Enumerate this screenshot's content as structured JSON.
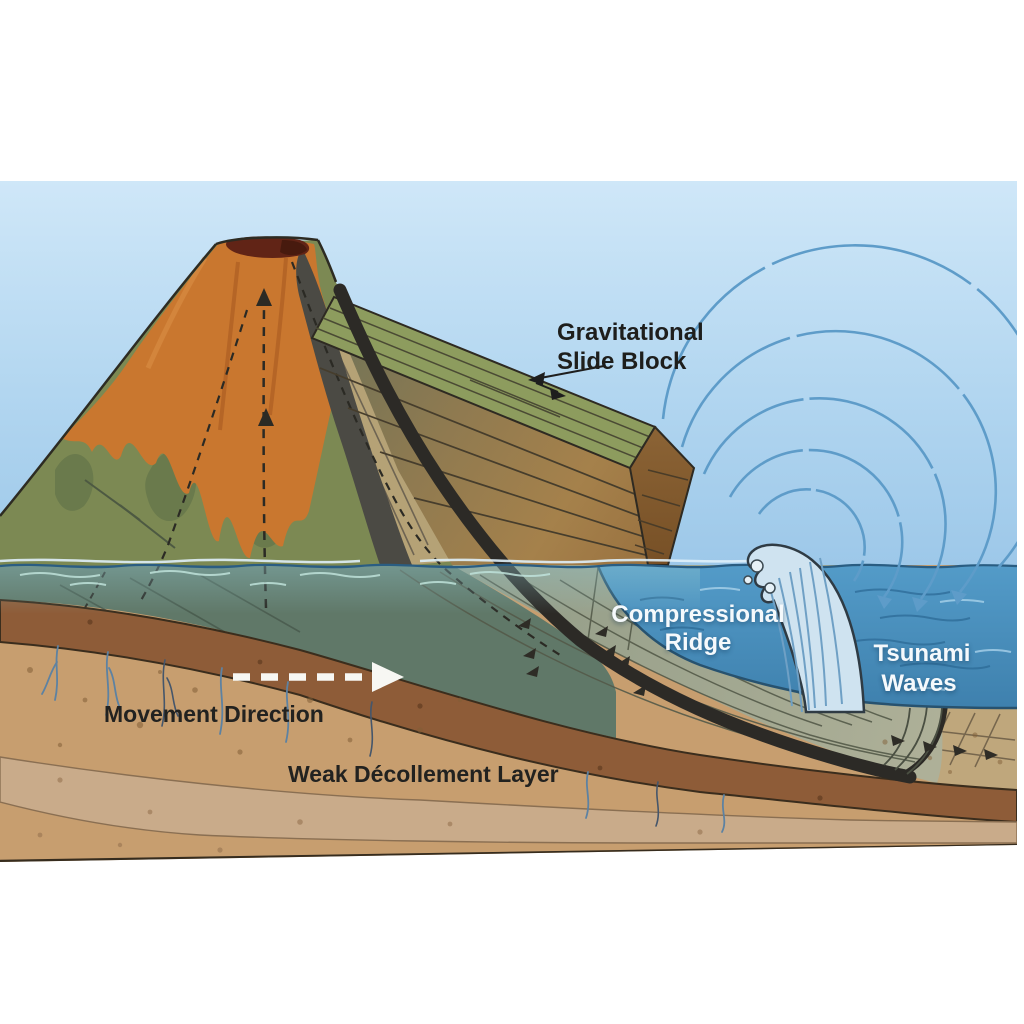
{
  "figure": {
    "kind": "geology-tsunami-illustration",
    "background": "#ffffff"
  },
  "palette": {
    "sky_top": "#cfe7f8",
    "sky_bottom": "#9dc8e9",
    "sea_deep_top": "#539bc8",
    "sea_deep_bottom": "#3e80ad",
    "sea_edge_line": "#27526f",
    "volcano_slope_green": "#7c8953",
    "volcano_submerged_green": "#607868",
    "lava_orange": "#c9772f",
    "lava_channel_gray": "#4b4a44",
    "crater_dark": "#612416",
    "block_top_green": "#8d9c5e",
    "block_side_brown": "#a5814f",
    "fault_black": "#2c2a26",
    "slide_wedge_gray": "#97a08c",
    "substrate_tan": "#c79e6f",
    "layer_brown": "#8e5c38",
    "weak_layer_tan": "#c9ab8a",
    "seafloor_tan": "#bfa77c",
    "wave_foam": "#cfe3f0",
    "wave_arc_blue": "#5e9cc9",
    "label_dark": "#222220",
    "label_light": "#f5f9fc"
  },
  "labels": {
    "gravitational_slide_block": {
      "line1": "Gravitational",
      "line2": "Slide Block"
    },
    "compressional_ridge": {
      "line1": "Compressional",
      "line2": "Ridge"
    },
    "tsunami_waves": {
      "line1": "Tsunami",
      "line2": "Waves"
    },
    "movement_direction": {
      "text": "Movement Direction"
    },
    "weak_decollement_layer": {
      "text": "Weak Décollement Layer"
    }
  },
  "annotations": {
    "movement_direction_arrow": {
      "style": "white-dashed",
      "direction": "right"
    },
    "slide_block_pointer": {
      "style": "black-line",
      "direction": "down-slope"
    },
    "magma_conduit_arrows": {
      "style": "black-dashed",
      "direction": "up"
    },
    "wave_energy_arcs": {
      "count": 5,
      "arrowheads": 3,
      "direction": "down-into-water"
    }
  }
}
